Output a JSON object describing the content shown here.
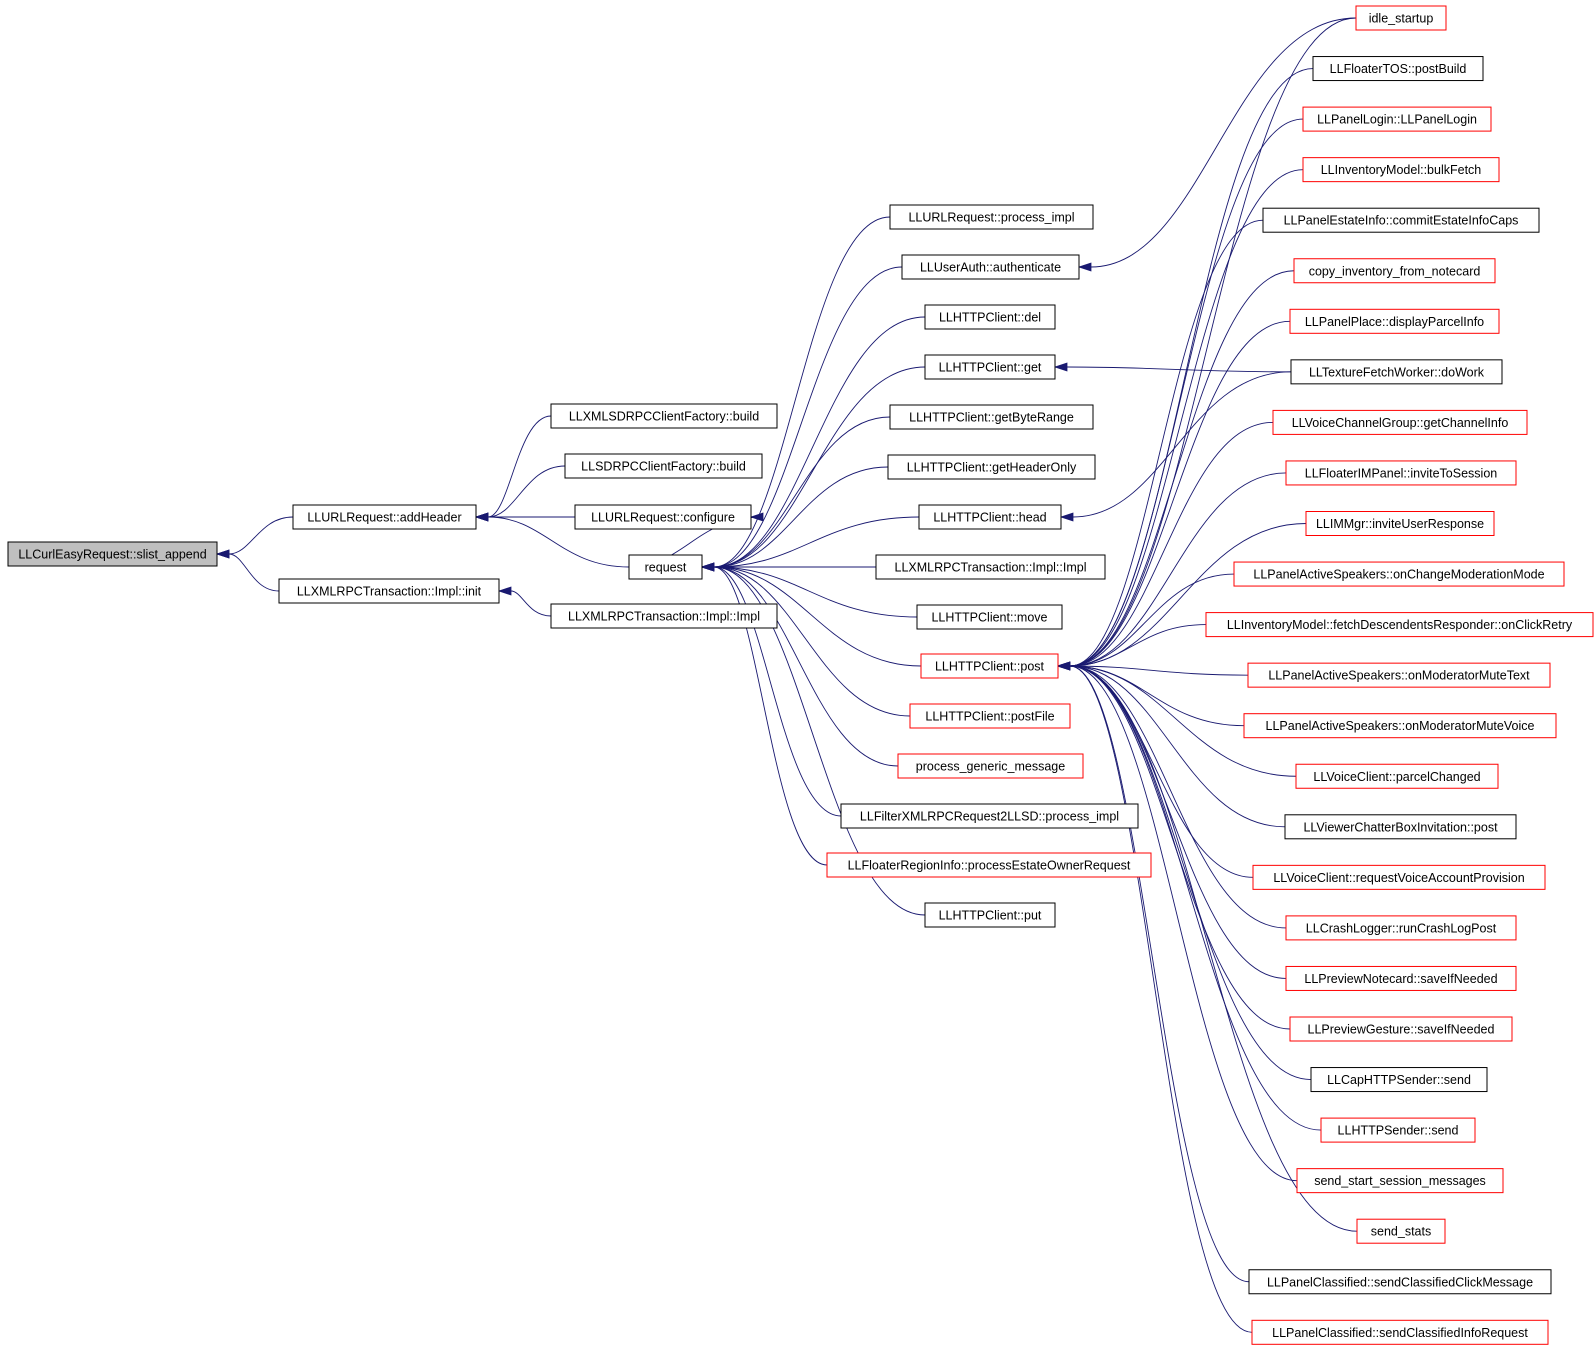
{
  "colors": {
    "edge": "#191970",
    "border_default": "#000000",
    "border_linked": "#ff0000",
    "focus_fill": "#bfbfbf",
    "background": "#ffffff"
  },
  "nodes": [
    {
      "id": "slist",
      "label": "LLCurlEasyRequest::slist_append",
      "border": "black",
      "focus": true
    },
    {
      "id": "addHeader",
      "label": "LLURLRequest::addHeader",
      "border": "black"
    },
    {
      "id": "xmlrpcInit",
      "label": "LLXMLRPCTransaction::Impl::init",
      "border": "black"
    },
    {
      "id": "xmlsdBuild",
      "label": "LLXMLSDRPCClientFactory::build",
      "border": "black"
    },
    {
      "id": "sdBuild",
      "label": "LLSDRPCClientFactory::build",
      "border": "black"
    },
    {
      "id": "configure",
      "label": "LLURLRequest::configure",
      "border": "black"
    },
    {
      "id": "request",
      "label": "request",
      "border": "black"
    },
    {
      "id": "xmlrpcImpl1",
      "label": "LLXMLRPCTransaction::Impl::Impl",
      "border": "black"
    },
    {
      "id": "processImpl",
      "label": "LLURLRequest::process_impl",
      "border": "black"
    },
    {
      "id": "authenticate",
      "label": "LLUserAuth::authenticate",
      "border": "black"
    },
    {
      "id": "del",
      "label": "LLHTTPClient::del",
      "border": "black"
    },
    {
      "id": "get",
      "label": "LLHTTPClient::get",
      "border": "black"
    },
    {
      "id": "getByteRange",
      "label": "LLHTTPClient::getByteRange",
      "border": "black"
    },
    {
      "id": "getHeaderOnly",
      "label": "LLHTTPClient::getHeaderOnly",
      "border": "black"
    },
    {
      "id": "head",
      "label": "LLHTTPClient::head",
      "border": "black"
    },
    {
      "id": "xmlrpcImpl2",
      "label": "LLXMLRPCTransaction::Impl::Impl",
      "border": "black"
    },
    {
      "id": "move",
      "label": "LLHTTPClient::move",
      "border": "black"
    },
    {
      "id": "post",
      "label": "LLHTTPClient::post",
      "border": "red"
    },
    {
      "id": "postFile",
      "label": "LLHTTPClient::postFile",
      "border": "red"
    },
    {
      "id": "genericMsg",
      "label": "process_generic_message",
      "border": "red"
    },
    {
      "id": "filterXml",
      "label": "LLFilterXMLRPCRequest2LLSD::process_impl",
      "border": "black"
    },
    {
      "id": "regionInfo",
      "label": "LLFloaterRegionInfo::processEstateOwnerRequest",
      "border": "red"
    },
    {
      "id": "put",
      "label": "LLHTTPClient::put",
      "border": "black"
    },
    {
      "id": "r0",
      "label": "idle_startup",
      "border": "red"
    },
    {
      "id": "r1",
      "label": "LLFloaterTOS::postBuild",
      "border": "black"
    },
    {
      "id": "r2",
      "label": "LLPanelLogin::LLPanelLogin",
      "border": "red"
    },
    {
      "id": "r3",
      "label": "LLInventoryModel::bulkFetch",
      "border": "red"
    },
    {
      "id": "r4",
      "label": "LLPanelEstateInfo::commitEstateInfoCaps",
      "border": "black"
    },
    {
      "id": "r5",
      "label": "copy_inventory_from_notecard",
      "border": "red"
    },
    {
      "id": "r6",
      "label": "LLPanelPlace::displayParcelInfo",
      "border": "red"
    },
    {
      "id": "r7",
      "label": "LLTextureFetchWorker::doWork",
      "border": "black"
    },
    {
      "id": "r8",
      "label": "LLVoiceChannelGroup::getChannelInfo",
      "border": "red"
    },
    {
      "id": "r9",
      "label": "LLFloaterIMPanel::inviteToSession",
      "border": "red"
    },
    {
      "id": "r10",
      "label": "LLIMMgr::inviteUserResponse",
      "border": "red"
    },
    {
      "id": "r11",
      "label": "LLPanelActiveSpeakers::onChangeModerationMode",
      "border": "red"
    },
    {
      "id": "r12",
      "label": "LLInventoryModel::fetchDescendentsResponder::onClickRetry",
      "border": "red"
    },
    {
      "id": "r13",
      "label": "LLPanelActiveSpeakers::onModeratorMuteText",
      "border": "red"
    },
    {
      "id": "r14",
      "label": "LLPanelActiveSpeakers::onModeratorMuteVoice",
      "border": "red"
    },
    {
      "id": "r15",
      "label": "LLVoiceClient::parcelChanged",
      "border": "red"
    },
    {
      "id": "r16",
      "label": "LLViewerChatterBoxInvitation::post",
      "border": "black"
    },
    {
      "id": "r17",
      "label": "LLVoiceClient::requestVoiceAccountProvision",
      "border": "red"
    },
    {
      "id": "r18",
      "label": "LLCrashLogger::runCrashLogPost",
      "border": "red"
    },
    {
      "id": "r19",
      "label": "LLPreviewNotecard::saveIfNeeded",
      "border": "red"
    },
    {
      "id": "r20",
      "label": "LLPreviewGesture::saveIfNeeded",
      "border": "red"
    },
    {
      "id": "r21",
      "label": "LLCapHTTPSender::send",
      "border": "black"
    },
    {
      "id": "r22",
      "label": "LLHTTPSender::send",
      "border": "red"
    },
    {
      "id": "r23",
      "label": "send_start_session_messages",
      "border": "red"
    },
    {
      "id": "r24",
      "label": "send_stats",
      "border": "red"
    },
    {
      "id": "r25",
      "label": "LLPanelClassified::sendClassifiedClickMessage",
      "border": "black"
    },
    {
      "id": "r26",
      "label": "LLPanelClassified::sendClassifiedInfoRequest",
      "border": "red"
    }
  ],
  "edges": [
    {
      "from": "addHeader",
      "to": "slist"
    },
    {
      "from": "xmlrpcInit",
      "to": "slist"
    },
    {
      "from": "xmlsdBuild",
      "to": "addHeader"
    },
    {
      "from": "sdBuild",
      "to": "addHeader"
    },
    {
      "from": "configure",
      "to": "addHeader"
    },
    {
      "from": "request",
      "to": "addHeader"
    },
    {
      "from": "xmlrpcImpl1",
      "to": "xmlrpcInit"
    },
    {
      "from": "request",
      "to": "configure"
    },
    {
      "from": "processImpl",
      "to": "request"
    },
    {
      "from": "authenticate",
      "to": "request"
    },
    {
      "from": "del",
      "to": "request"
    },
    {
      "from": "get",
      "to": "request"
    },
    {
      "from": "getByteRange",
      "to": "request"
    },
    {
      "from": "getHeaderOnly",
      "to": "request"
    },
    {
      "from": "head",
      "to": "request"
    },
    {
      "from": "xmlrpcImpl2",
      "to": "request"
    },
    {
      "from": "move",
      "to": "request"
    },
    {
      "from": "post",
      "to": "request"
    },
    {
      "from": "postFile",
      "to": "request"
    },
    {
      "from": "genericMsg",
      "to": "request"
    },
    {
      "from": "filterXml",
      "to": "request"
    },
    {
      "from": "regionInfo",
      "to": "request"
    },
    {
      "from": "put",
      "to": "request"
    },
    {
      "from": "r0",
      "to": "authenticate"
    },
    {
      "from": "r7",
      "to": "get"
    },
    {
      "from": "r7",
      "to": "head"
    },
    {
      "from": "r0",
      "to": "post"
    },
    {
      "from": "r1",
      "to": "post"
    },
    {
      "from": "r2",
      "to": "post"
    },
    {
      "from": "r3",
      "to": "post"
    },
    {
      "from": "r4",
      "to": "post"
    },
    {
      "from": "r5",
      "to": "post"
    },
    {
      "from": "r6",
      "to": "post"
    },
    {
      "from": "r8",
      "to": "post"
    },
    {
      "from": "r9",
      "to": "post"
    },
    {
      "from": "r10",
      "to": "post"
    },
    {
      "from": "r11",
      "to": "post"
    },
    {
      "from": "r12",
      "to": "post"
    },
    {
      "from": "r13",
      "to": "post"
    },
    {
      "from": "r14",
      "to": "post"
    },
    {
      "from": "r15",
      "to": "post"
    },
    {
      "from": "r16",
      "to": "post"
    },
    {
      "from": "r17",
      "to": "post"
    },
    {
      "from": "r18",
      "to": "post"
    },
    {
      "from": "r19",
      "to": "post"
    },
    {
      "from": "r20",
      "to": "post"
    },
    {
      "from": "r21",
      "to": "post"
    },
    {
      "from": "r22",
      "to": "post"
    },
    {
      "from": "r23",
      "to": "post"
    },
    {
      "from": "r24",
      "to": "post"
    },
    {
      "from": "r25",
      "to": "post"
    },
    {
      "from": "r26",
      "to": "post"
    }
  ]
}
